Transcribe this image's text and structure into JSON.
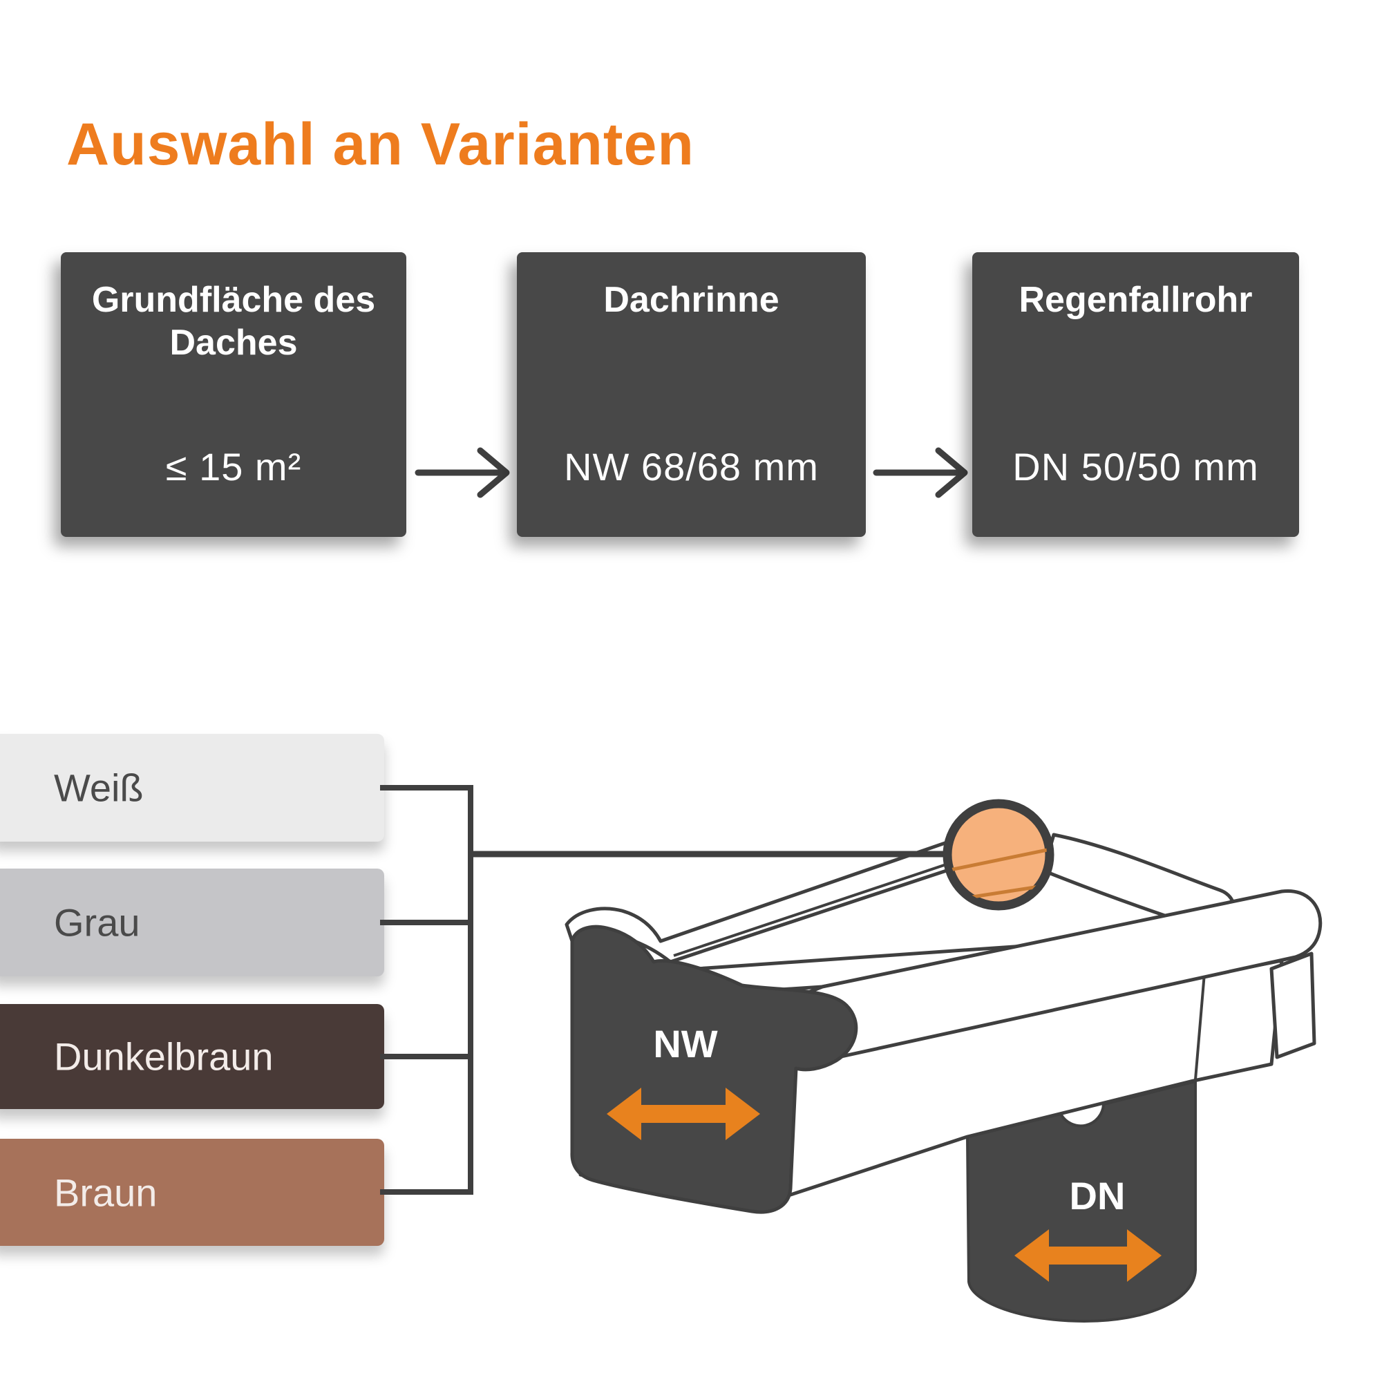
{
  "title": "Auswahl an Varianten",
  "flow": {
    "steps": [
      {
        "title": "Grundfläche des Daches",
        "value": "≤ 15 m²"
      },
      {
        "title": "Dachrinne",
        "value": "NW 68/68 mm"
      },
      {
        "title": "Regenfallrohr",
        "value": "DN 50/50 mm"
      }
    ],
    "box_color": "#484848",
    "arrow_color": "#3f3f3f"
  },
  "colors_panel": {
    "options": [
      {
        "label": "Weiß",
        "swatch": "#ebebeb",
        "text_color": "#4a4a4a"
      },
      {
        "label": "Grau",
        "swatch": "#c5c5c8",
        "text_color": "#4a4a4a"
      },
      {
        "label": "Dunkelbraun",
        "swatch": "#493a37",
        "text_color": "#f3ece9"
      },
      {
        "label": "Braun",
        "swatch": "#a7725a",
        "text_color": "#f3ece9"
      }
    ]
  },
  "illustration": {
    "gutter_width_label": "NW",
    "downpipe_diameter_label": "DN"
  },
  "theme": {
    "accent_orange": "#ee7c1e",
    "arrow_orange": "#e8821e",
    "magnifier_fill": "#f6b17c",
    "magnifier_line": "#c97c34",
    "dark_fill": "#474747",
    "line_color": "#3f3f3f"
  }
}
